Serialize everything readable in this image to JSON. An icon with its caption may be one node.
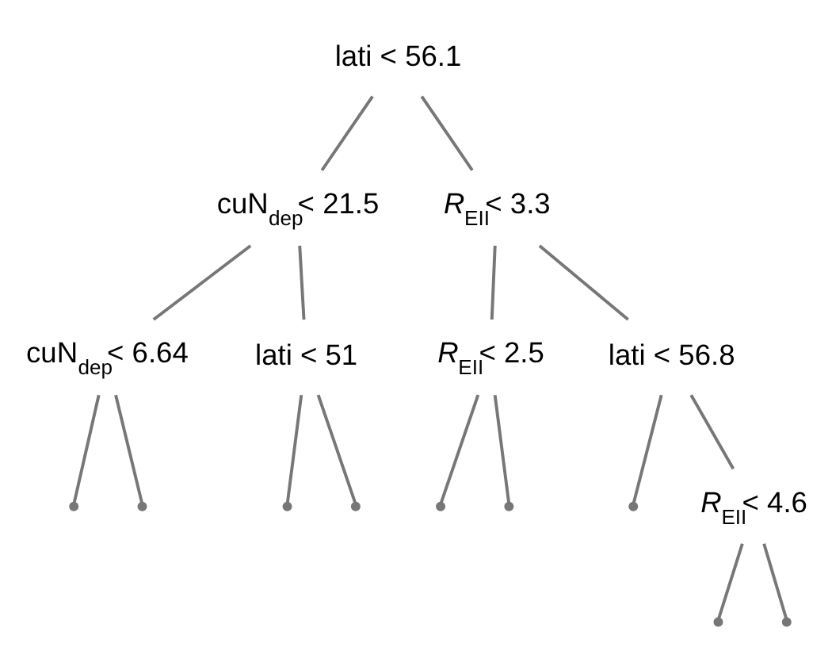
{
  "diagram": {
    "nodes": [
      {
        "text": [
          "lati < 56.1"
        ]
      },
      {
        "text": [
          "cuN$_{dep}$< 21.5"
        ]
      },
      {
        "text": [
          "*R*$_{EII}$< 3.3"
        ]
      },
      {
        "text": [
          "cuN$_{dep}$< 6.64"
        ]
      },
      {
        "text": [
          "lati < 51"
        ]
      },
      {
        "text": [
          "*R*$_{EII}$< 2.5"
        ]
      },
      {
        "text": [
          "lati < 56.8"
        ]
      },
      {
        "text": [],
        "shape": "point"
      },
      {
        "text": [],
        "shape": "point"
      },
      {
        "text": [],
        "shape": "point"
      },
      {
        "text": [],
        "shape": "point"
      },
      {
        "text": [],
        "shape": "point"
      },
      {
        "text": [],
        "shape": "point"
      },
      {
        "text": [],
        "shape": "point"
      },
      {
        "text": [
          "*R*$_{EII}$< 4.6"
        ]
      },
      {
        "text": [],
        "shape": "point"
      },
      {
        "text": [],
        "shape": "point"
      }
    ],
    "edges": [
      {
        "from": 0,
        "to": 1,
        "arrow": "none"
      },
      {
        "from": 0,
        "to": 2,
        "arrow": "none"
      },
      {
        "from": 1,
        "to": 3,
        "arrow": "none"
      },
      {
        "from": 1,
        "to": 4,
        "arrow": "none"
      },
      {
        "from": 2,
        "to": 5,
        "arrow": "none"
      },
      {
        "from": 2,
        "to": 6,
        "arrow": "none"
      },
      {
        "from": 3,
        "to": 7,
        "arrow": "none"
      },
      {
        "from": 3,
        "to": 8,
        "arrow": "none"
      },
      {
        "from": 4,
        "to": 9,
        "arrow": "none"
      },
      {
        "from": 4,
        "to": 10,
        "arrow": "none"
      },
      {
        "from": 5,
        "to": 11,
        "arrow": "none"
      },
      {
        "from": 5,
        "to": 12,
        "arrow": "none"
      },
      {
        "from": 6,
        "to": 13,
        "arrow": "none"
      },
      {
        "from": 6,
        "to": 14,
        "arrow": "none"
      },
      {
        "from": 14,
        "to": 15,
        "arrow": "none"
      },
      {
        "from": 14,
        "to": 16,
        "arrow": "none"
      }
    ]
  }
}
